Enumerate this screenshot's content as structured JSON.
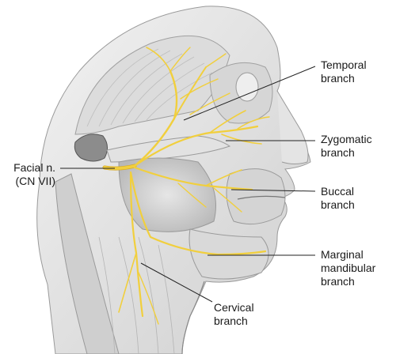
{
  "colors": {
    "nerve": "#f1cf3d",
    "nerve_edge": "#d8a820",
    "muscle_light": "#e8e8e8",
    "muscle_mid": "#cfcfcf",
    "muscle_dark": "#9e9e9e",
    "leader": "#222222"
  },
  "labels": {
    "temporal": [
      "Temporal",
      "branch"
    ],
    "zygomatic": [
      "Zygomatic",
      "branch"
    ],
    "buccal": [
      "Buccal",
      "branch"
    ],
    "marginal": [
      "Marginal",
      "mandibular",
      "branch"
    ],
    "cervical": [
      "Cervical",
      "branch"
    ],
    "facial": [
      "Facial n.",
      "(CN VII)"
    ]
  }
}
